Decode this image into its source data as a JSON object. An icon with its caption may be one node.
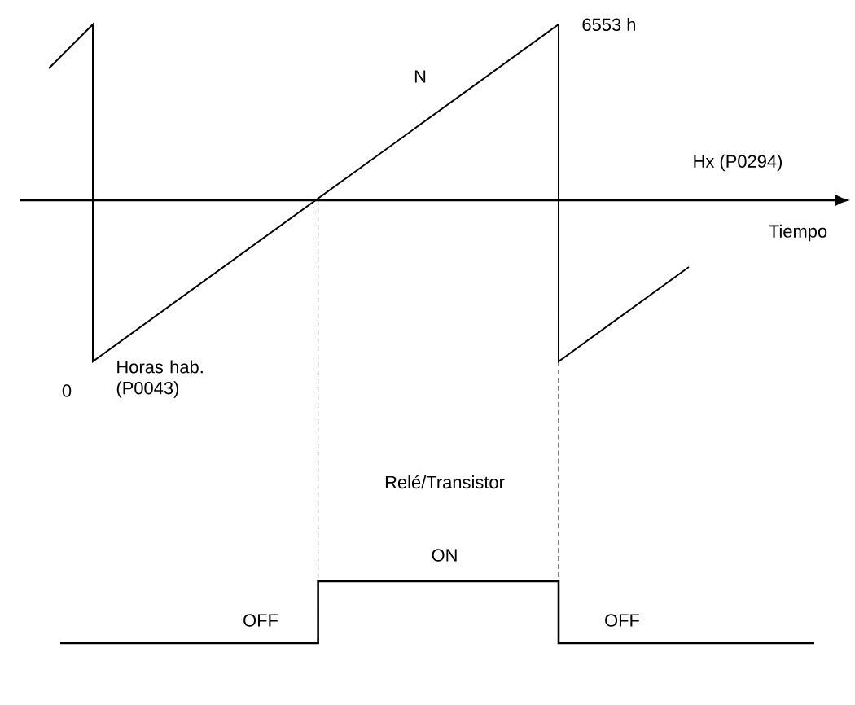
{
  "diagram": {
    "labels": [
      "6553 h",
      "N",
      "Hx (P0294)",
      "Tiempo",
      "0",
      "Horas hab. (P0043)",
      "Relé/Transistor",
      "ON",
      "OFF",
      "OFF"
    ]
  }
}
